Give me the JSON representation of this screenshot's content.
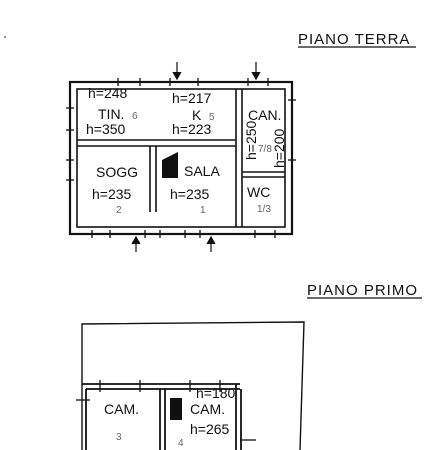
{
  "ground_floor": {
    "title": "PIANO TERRA",
    "rooms": [
      {
        "name": "TIN.",
        "number": "6",
        "heights": [
          "h=248",
          "h=350"
        ]
      },
      {
        "name": "K",
        "number": "5",
        "heights": [
          "h=217",
          "h=223"
        ]
      },
      {
        "name": "CAN.",
        "number": "7/8",
        "heights": [
          "h=250",
          "h=200"
        ]
      },
      {
        "name": "SOGG",
        "number": "2",
        "heights": [
          "h=235"
        ]
      },
      {
        "name": "SALA",
        "number": "1",
        "heights": [
          "h=235"
        ]
      },
      {
        "name": "WC",
        "number": "1/3",
        "heights": []
      }
    ]
  },
  "first_floor": {
    "title": "PIANO PRIMO",
    "rooms": [
      {
        "name": "CAM.",
        "number": "3",
        "heights": []
      },
      {
        "name": "CAM.",
        "number": "4",
        "heights": [
          "h=180",
          "h=265"
        ]
      }
    ]
  }
}
